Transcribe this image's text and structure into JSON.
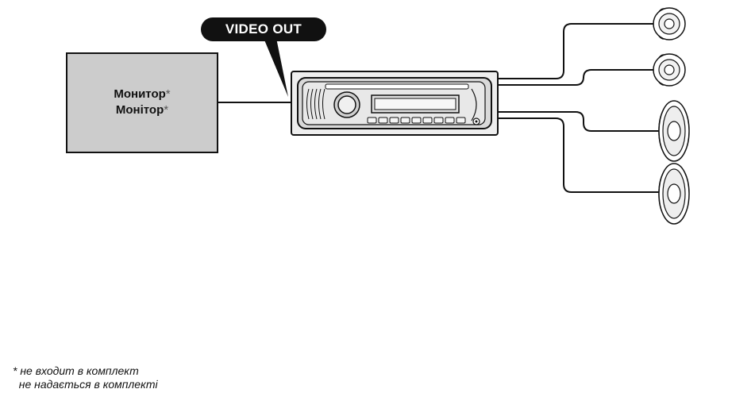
{
  "callout": {
    "label": "VIDEO OUT"
  },
  "monitor": {
    "asterisk": "*",
    "lines": [
      "Монитор",
      "Монітор"
    ]
  },
  "footnote": {
    "lines": [
      "* не входит в комплект",
      "  не надається в комплекті"
    ]
  },
  "colors": {
    "monitor_fill": "#cccccc",
    "callout_fill": "#111111",
    "line": "#111111",
    "unit_face": "#d9d9d9"
  },
  "icons": [
    "car-stereo-head-unit",
    "tweeter-speaker",
    "oval-speaker"
  ]
}
